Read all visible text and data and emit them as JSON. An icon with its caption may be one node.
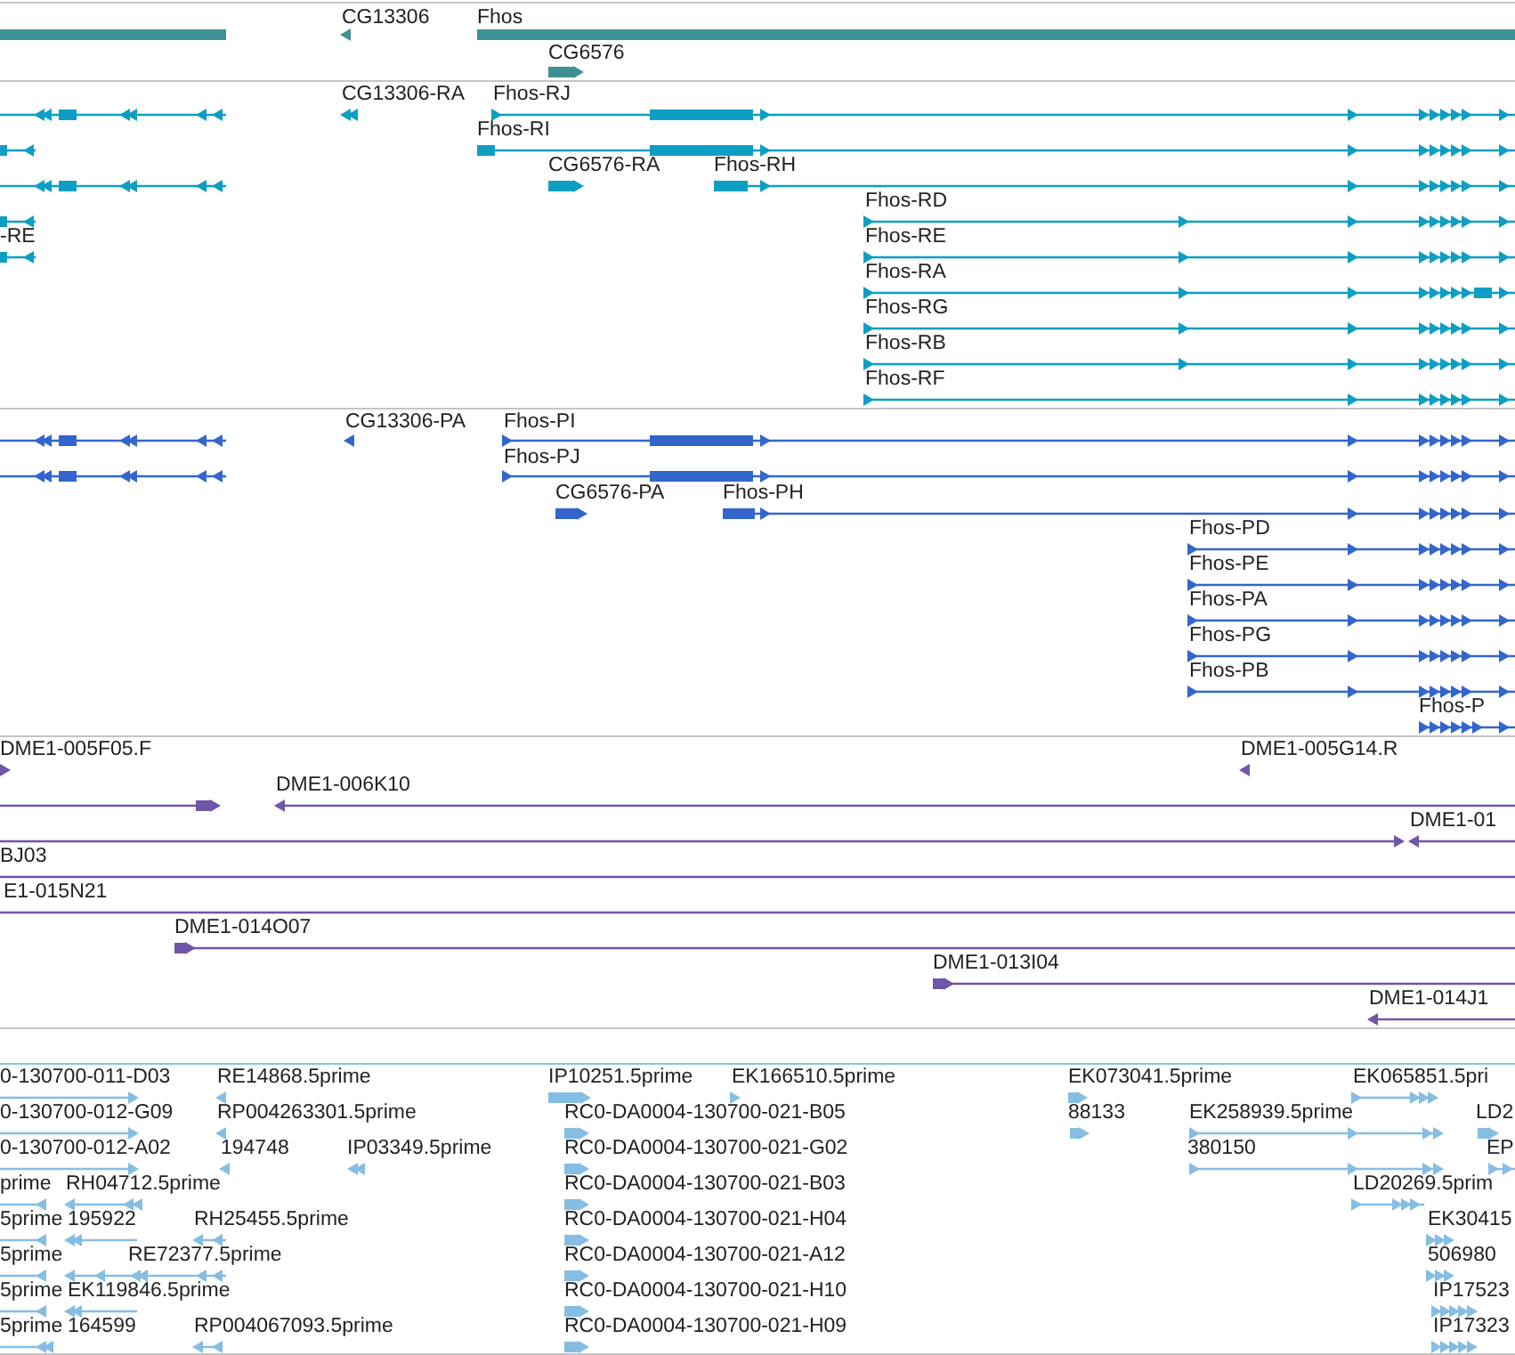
{
  "diagram": {
    "labels": [
      "CG13306",
      "Fhos",
      "CG6576",
      "CG13306-RA",
      "Fhos-RJ",
      "Fhos-RI",
      "CG6576-RA",
      "Fhos-RH",
      "Fhos-RD",
      "-RE",
      "Fhos-RE",
      "Fhos-RA",
      "Fhos-RG",
      "Fhos-RB",
      "Fhos-RF",
      "CG13306-PA",
      "Fhos-PI",
      "Fhos-PJ",
      "CG6576-PA",
      "Fhos-PH",
      "Fhos-PD",
      "Fhos-PE",
      "Fhos-PA",
      "Fhos-PG",
      "Fhos-PB",
      "Fhos-P",
      "DME1-005F05.F",
      "DME1-005G14.R",
      "DME1-006K10",
      "DME1-01",
      "BJ03",
      "E1-015N21",
      "DME1-014O07",
      "DME1-013I04",
      "DME1-014J1",
      "0-130700-011-D03",
      "RE14868.5prime",
      "IP10251.5prime",
      "EK166510.5prime",
      "EK073041.5prime",
      "EK065851.5pri",
      "0-130700-012-G09",
      "RP004263301.5prime",
      "RC0-DA0004-130700-021-B05",
      "88133",
      "EK258939.5prime",
      "LD2",
      "0-130700-012-A02",
      "194748",
      "IP03349.5prime",
      "RC0-DA0004-130700-021-G02",
      "380150",
      "EP",
      "prime",
      "RH04712.5prime",
      "RC0-DA0004-130700-021-B03",
      "LD20269.5prim",
      "5prime",
      "195922",
      "RH25455.5prime",
      "RC0-DA0004-130700-021-H04",
      "EK30415",
      "5prime",
      "RE72377.5prime",
      "RC0-DA0004-130700-021-A12",
      "506980",
      "5prime",
      "EK119846.5prime",
      "RC0-DA0004-130700-021-H10",
      "IP17523",
      "5prime",
      "164599",
      "RP004067093.5prime",
      "RC0-DA0004-130700-021-H09",
      "IP17323"
    ]
  }
}
